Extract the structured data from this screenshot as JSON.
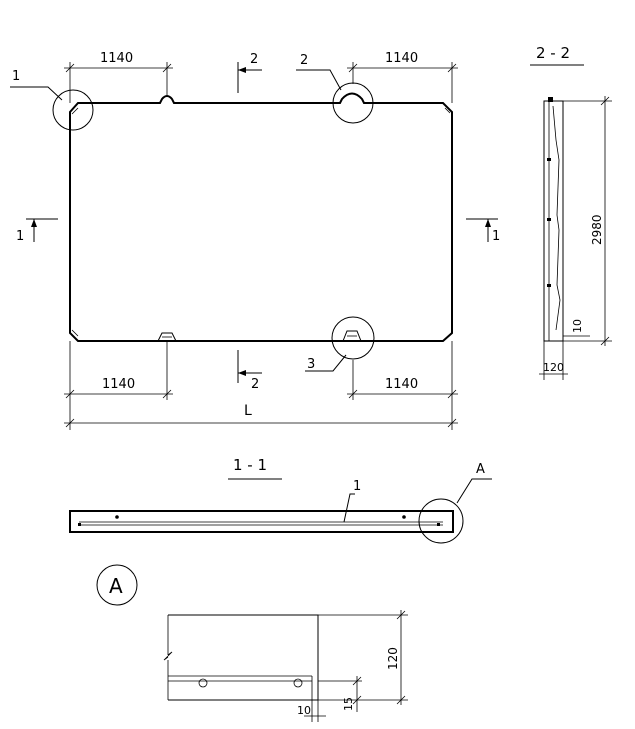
{
  "plan": {
    "dim_top_left": "1140",
    "dim_top_right": "1140",
    "dim_bottom_left": "1140",
    "dim_bottom_right": "1140",
    "dim_overall": "L",
    "leader_1": "1",
    "leader_2": "2",
    "leader_3": "3",
    "cut_1_left": "1",
    "cut_1_right": "1",
    "cut_2_top": "2",
    "cut_2_bottom": "2"
  },
  "section_2_2": {
    "title": "2 - 2",
    "dim_height": "2980",
    "dim_small": "10",
    "dim_width": "120"
  },
  "section_1_1": {
    "title": "1 - 1",
    "leader_1": "1",
    "detail_ref": "A"
  },
  "detail_a": {
    "label": "A",
    "dim_height": "120",
    "dim_15": "15",
    "dim_10": "10"
  }
}
